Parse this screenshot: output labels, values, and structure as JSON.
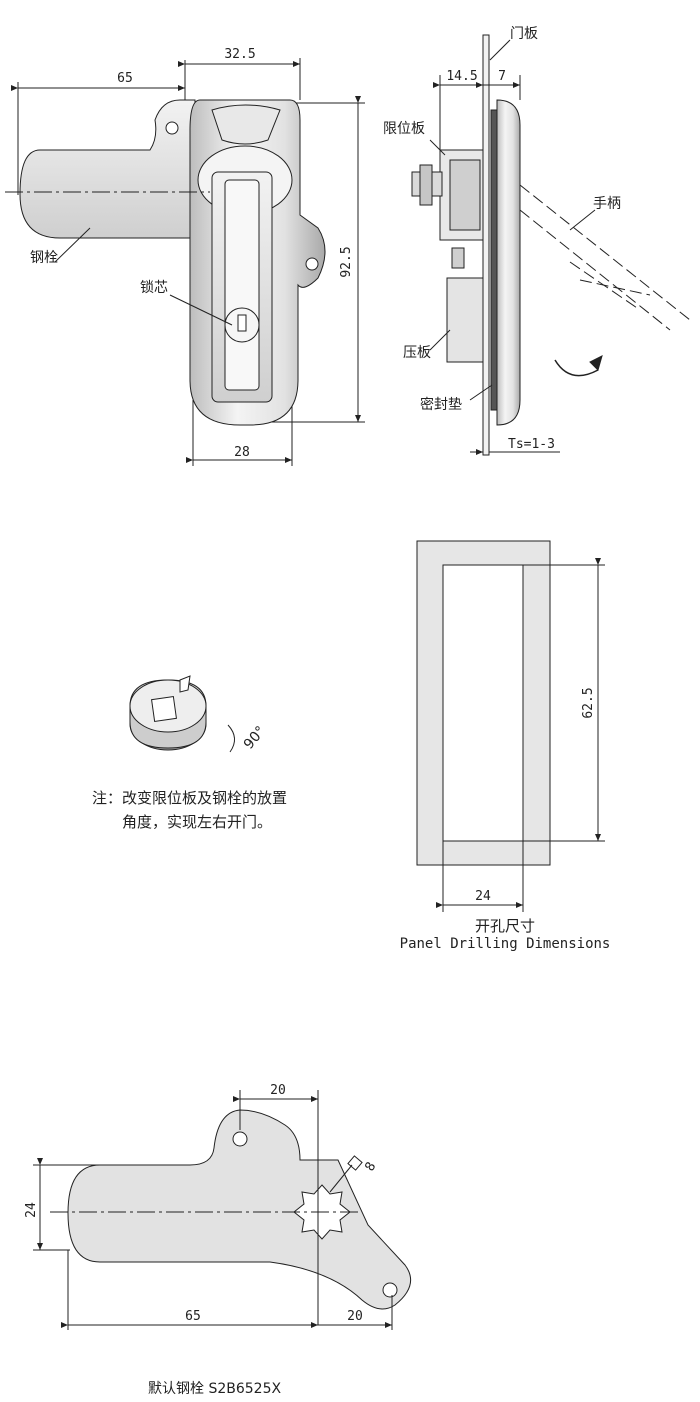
{
  "front_view": {
    "dims": {
      "width_total": "65",
      "head_width": "32.5",
      "height": "92.5",
      "bottom_width": "28"
    },
    "labels": {
      "bolt": "钢栓",
      "lock_core": "锁芯"
    }
  },
  "side_view": {
    "dims": {
      "plate_offset": "14.5",
      "panel_gap": "7",
      "thickness": "Ts=1-3"
    },
    "labels": {
      "door_panel": "门板",
      "limit_plate": "限位板",
      "handle": "手柄",
      "press_plate": "压板",
      "seal_gasket": "密封垫"
    }
  },
  "cam_detail": {
    "angle": "90°"
  },
  "note": {
    "line1": "注：改变限位板及钢栓的放置",
    "line2": "角度，实现左右开门。"
  },
  "cutout": {
    "dims": {
      "height": "62.5",
      "width": "24"
    },
    "caption_cn": "开孔尺寸",
    "caption_en": "Panel Drilling Dimensions"
  },
  "bolt_view": {
    "dims": {
      "top": "20",
      "height": "24",
      "length": "65",
      "right": "20",
      "square": "8"
    },
    "caption": "默认钢栓 S2B6525X"
  }
}
